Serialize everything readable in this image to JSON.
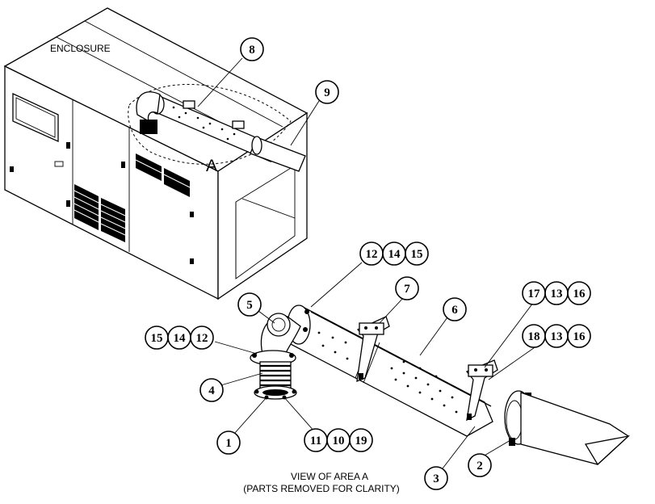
{
  "labels": {
    "enclosure": "ENCLOSURE",
    "area": "A",
    "view_line1": "VIEW OF AREA A",
    "view_line2": "(PARTS REMOVED FOR CLARITY)"
  },
  "callouts": {
    "c8": "8",
    "c9": "9",
    "c12a": "12",
    "c14a": "14",
    "c15a": "15",
    "c7": "7",
    "c5": "5",
    "c6": "6",
    "c17": "17",
    "c13a": "13",
    "c16a": "16",
    "c15b": "15",
    "c14b": "14",
    "c12b": "12",
    "c18": "18",
    "c13b": "13",
    "c16b": "16",
    "c4": "4",
    "c1": "1",
    "c11": "11",
    "c10": "10",
    "c19": "19",
    "c3": "3",
    "c2": "2"
  }
}
